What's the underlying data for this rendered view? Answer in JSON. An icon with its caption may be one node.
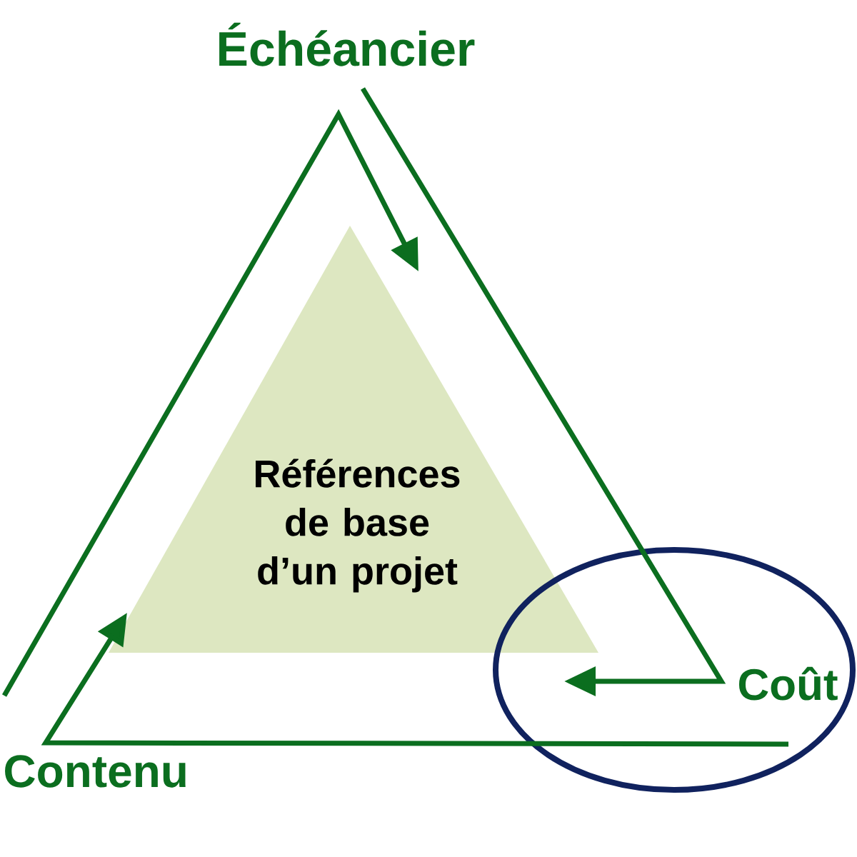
{
  "diagram": {
    "nodes": [
      {
        "text": [
          "Échéancier"
        ]
      },
      {
        "text": [
          "Références de base d’un projet"
        ]
      },
      {
        "text": [
          "Contenu"
        ]
      },
      {
        "text": [
          "Coût"
        ]
      }
    ],
    "edges": [
      {
        "from": 2,
        "to": 1,
        "arrow": "to"
      },
      {
        "from": 0,
        "to": 3,
        "arrow": "to"
      },
      {
        "from": 3,
        "to": 1,
        "arrow": "to"
      }
    ]
  }
}
